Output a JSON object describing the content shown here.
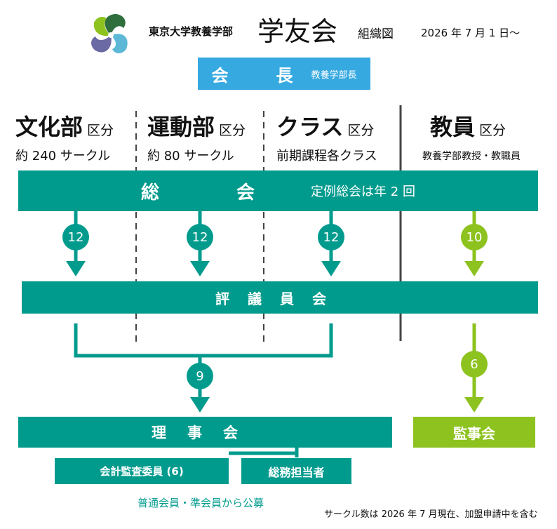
{
  "header": {
    "affiliation": "東京大学教養学部",
    "title": "学友会",
    "subtitle": "組織図",
    "date": "2026 年 7 月 1 日～"
  },
  "chair": {
    "title": "会　長",
    "note": "教養学部長"
  },
  "categories": [
    {
      "name": "文化部",
      "kubun": "区分",
      "desc": "約 240 サークル"
    },
    {
      "name": "運動部",
      "kubun": "区分",
      "desc": "約 80 サークル"
    },
    {
      "name": "クラス",
      "kubun": "区分",
      "desc": "前期課程各クラス"
    },
    {
      "name": "教員",
      "kubun": "区分",
      "desc": "教養学部教授・教職員"
    }
  ],
  "general_assembly": {
    "title": "総会",
    "note": "定例総会は年 2 回"
  },
  "council": {
    "title": "評議員会"
  },
  "board": {
    "title": "理事会"
  },
  "auditors": {
    "title": "監事会"
  },
  "audit_committee": {
    "title": "会計監査委員 (6)"
  },
  "general_affairs": {
    "title": "総務担当者"
  },
  "counts": {
    "culture_to_council": "12",
    "sports_to_council": "12",
    "class_to_council": "12",
    "faculty_to_council": "10",
    "council_to_board": "9",
    "council_to_auditors": "6"
  },
  "notes": {
    "recruitment": "普通会員・準会員から公募",
    "footnote": "サークル数は 2026 年 7 月現在、加盟申請中を含む"
  },
  "colors": {
    "teal": "#009b8d",
    "green": "#8dc21f",
    "blue": "#36a9e1"
  },
  "icons": {
    "logo": "school-emblem-icon"
  }
}
